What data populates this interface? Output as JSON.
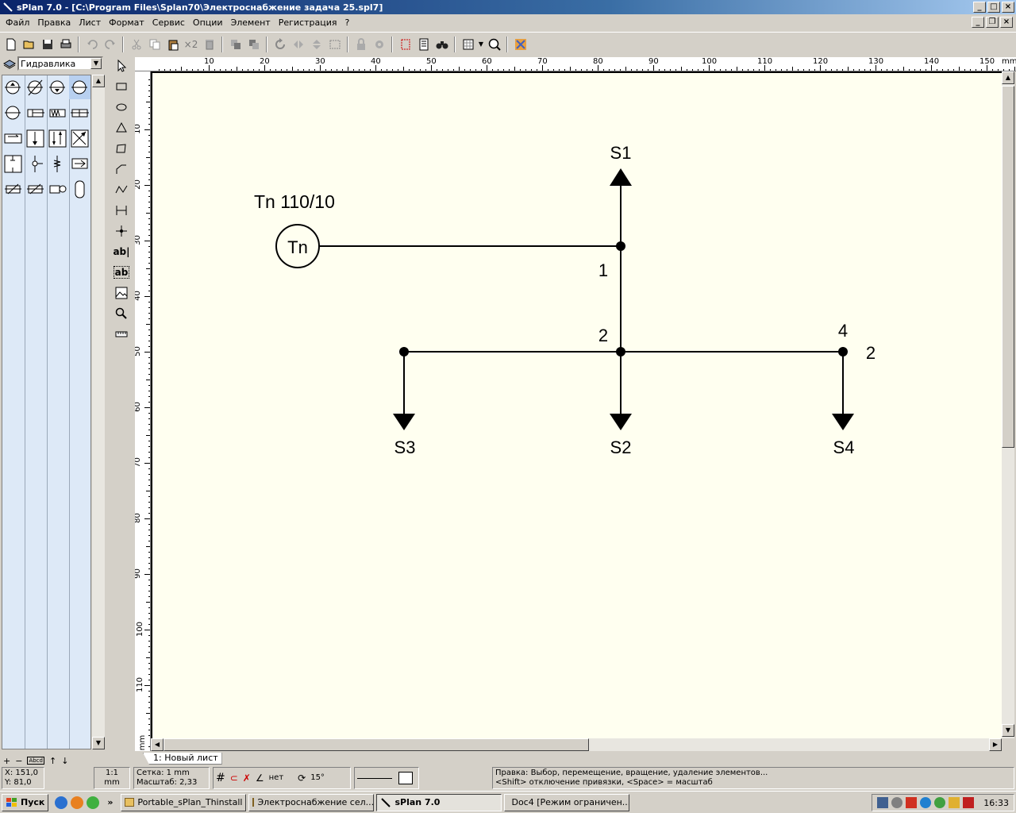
{
  "window": {
    "title": "sPlan 7.0 - [C:\\Program Files\\Splan70\\Электроснабжение задача 25.spl7]",
    "min": "_",
    "max": "□",
    "close": "×",
    "doc_min": "_",
    "doc_restore": "❐",
    "doc_close": "×"
  },
  "menu": [
    "Файл",
    "Правка",
    "Лист",
    "Формат",
    "Сервис",
    "Опции",
    "Элемент",
    "Регистрация",
    "?"
  ],
  "toolbar": {
    "dup_label": "×2"
  },
  "library": {
    "selected": "Гидравлика",
    "bottom": [
      "+",
      "−",
      "Abcd",
      "↑",
      "↓"
    ]
  },
  "ruler": {
    "top_labels": [
      "10",
      "20",
      "30",
      "40",
      "50",
      "60",
      "70",
      "80",
      "90",
      "100",
      "110",
      "120",
      "130",
      "140",
      "150"
    ],
    "left_labels": [
      "10",
      "20",
      "30",
      "40",
      "50",
      "60",
      "70",
      "80",
      "90",
      "100",
      "110"
    ],
    "unit": "mm"
  },
  "schematic": {
    "source_label": "Tn 110/10",
    "source_symbol": "Tn",
    "loads": [
      "S1",
      "S2",
      "S3",
      "S4"
    ],
    "node_labels": [
      "1",
      "2",
      "4",
      "2"
    ]
  },
  "sheet_tab": "1: Новый лист",
  "status": {
    "x": "X: 151,0",
    "y": "Y: 81,0",
    "scale_ratio": "1:1",
    "scale_unit": "mm",
    "grid": "Сетка: 1 mm",
    "zoom": "Масштаб:  2,33",
    "snap_angle": "нет",
    "rotation": "15°",
    "hint1": "Правка: Выбор, перемещение, вращение, удаление элементов...",
    "hint2": "<Shift> отключение привязки, <Space> = масштаб"
  },
  "taskbar": {
    "start": "Пуск",
    "chevron": "»",
    "tasks": [
      "Portable_sPlan_Thinstall",
      "Электроснабжение сел...",
      "sPlan 7.0",
      "Doc4 [Режим ограничен..."
    ],
    "clock": "16:33"
  }
}
